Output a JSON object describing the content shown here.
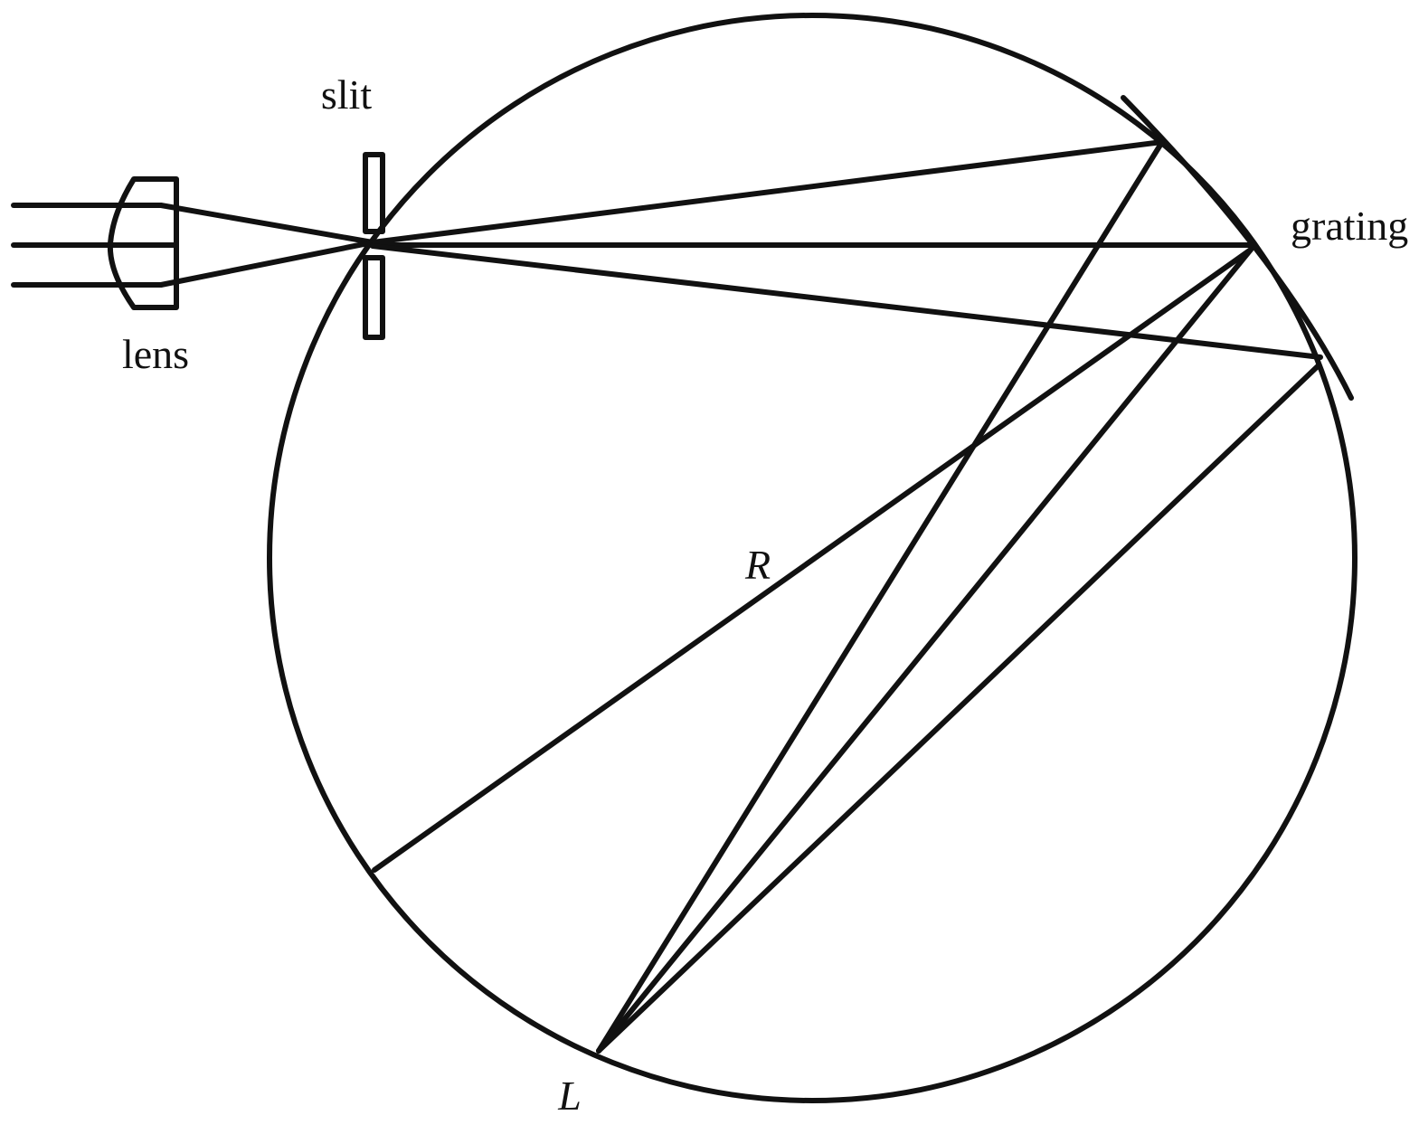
{
  "labels": {
    "slit": "slit",
    "lens": "lens",
    "grating": "grating",
    "radius": "R",
    "detector_point": "L"
  },
  "colors": {
    "ink": "#111111",
    "background": "#ffffff"
  }
}
